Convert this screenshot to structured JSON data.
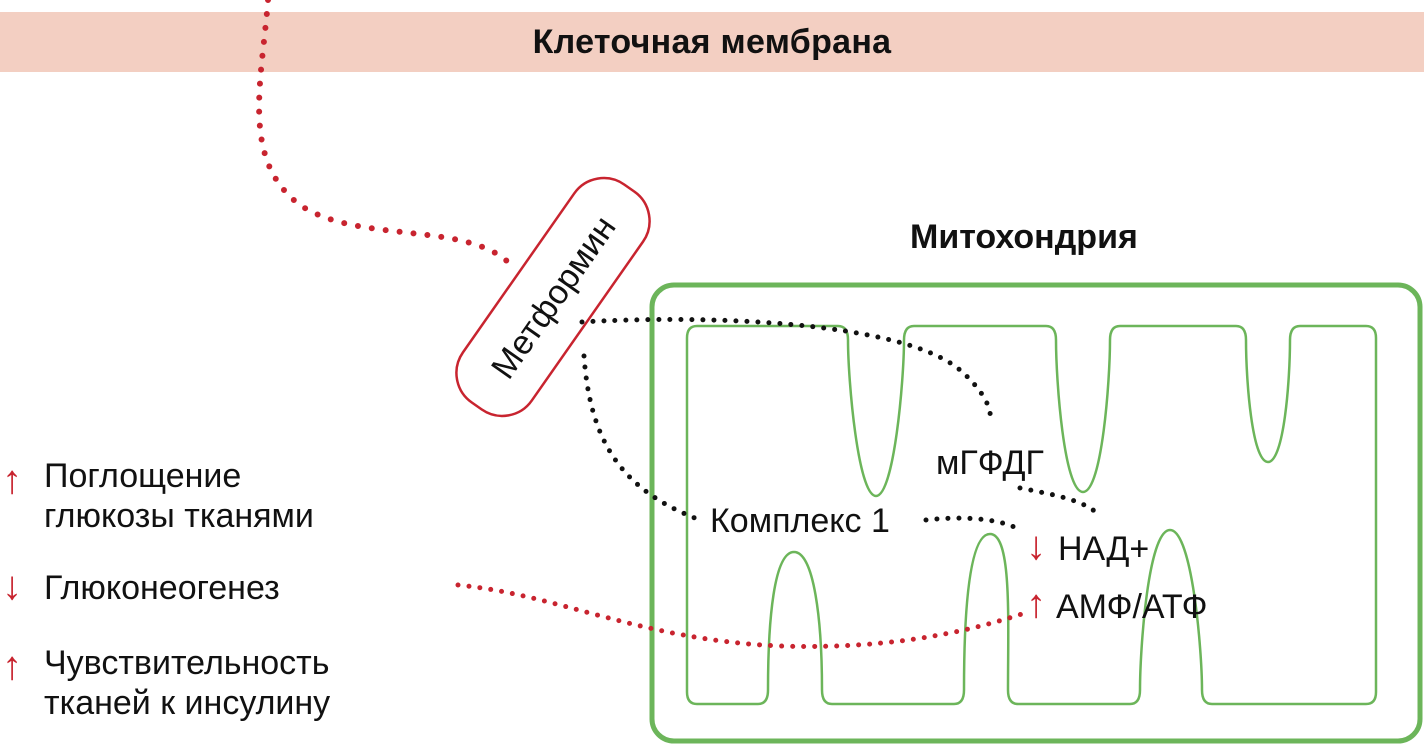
{
  "membrane": {
    "label": "Клеточная мембрана"
  },
  "mitochondria": {
    "title": "Митохондрия"
  },
  "drug": {
    "label": "Метформин"
  },
  "targets": {
    "mgpd": "мГФДГ",
    "complex1": "Комплекс 1",
    "nad": "НАД+",
    "amp_atp": "АМФ/АТФ",
    "nad_arrow": "↓",
    "amp_arrow": "↑"
  },
  "effects": [
    {
      "arrow": "↑",
      "line1": "Поглощение",
      "line2": "глюкозы тканями"
    },
    {
      "arrow": "↓",
      "line1": "Глюконеогенез",
      "line2": ""
    },
    {
      "arrow": "↑",
      "line1": "Чувствительность",
      "line2": "тканей к инсулину"
    }
  ],
  "colors": {
    "membrane": "#f3cfc2",
    "red": "#c8242f",
    "green": "#6cb55a",
    "dotted_black": "#111111"
  }
}
